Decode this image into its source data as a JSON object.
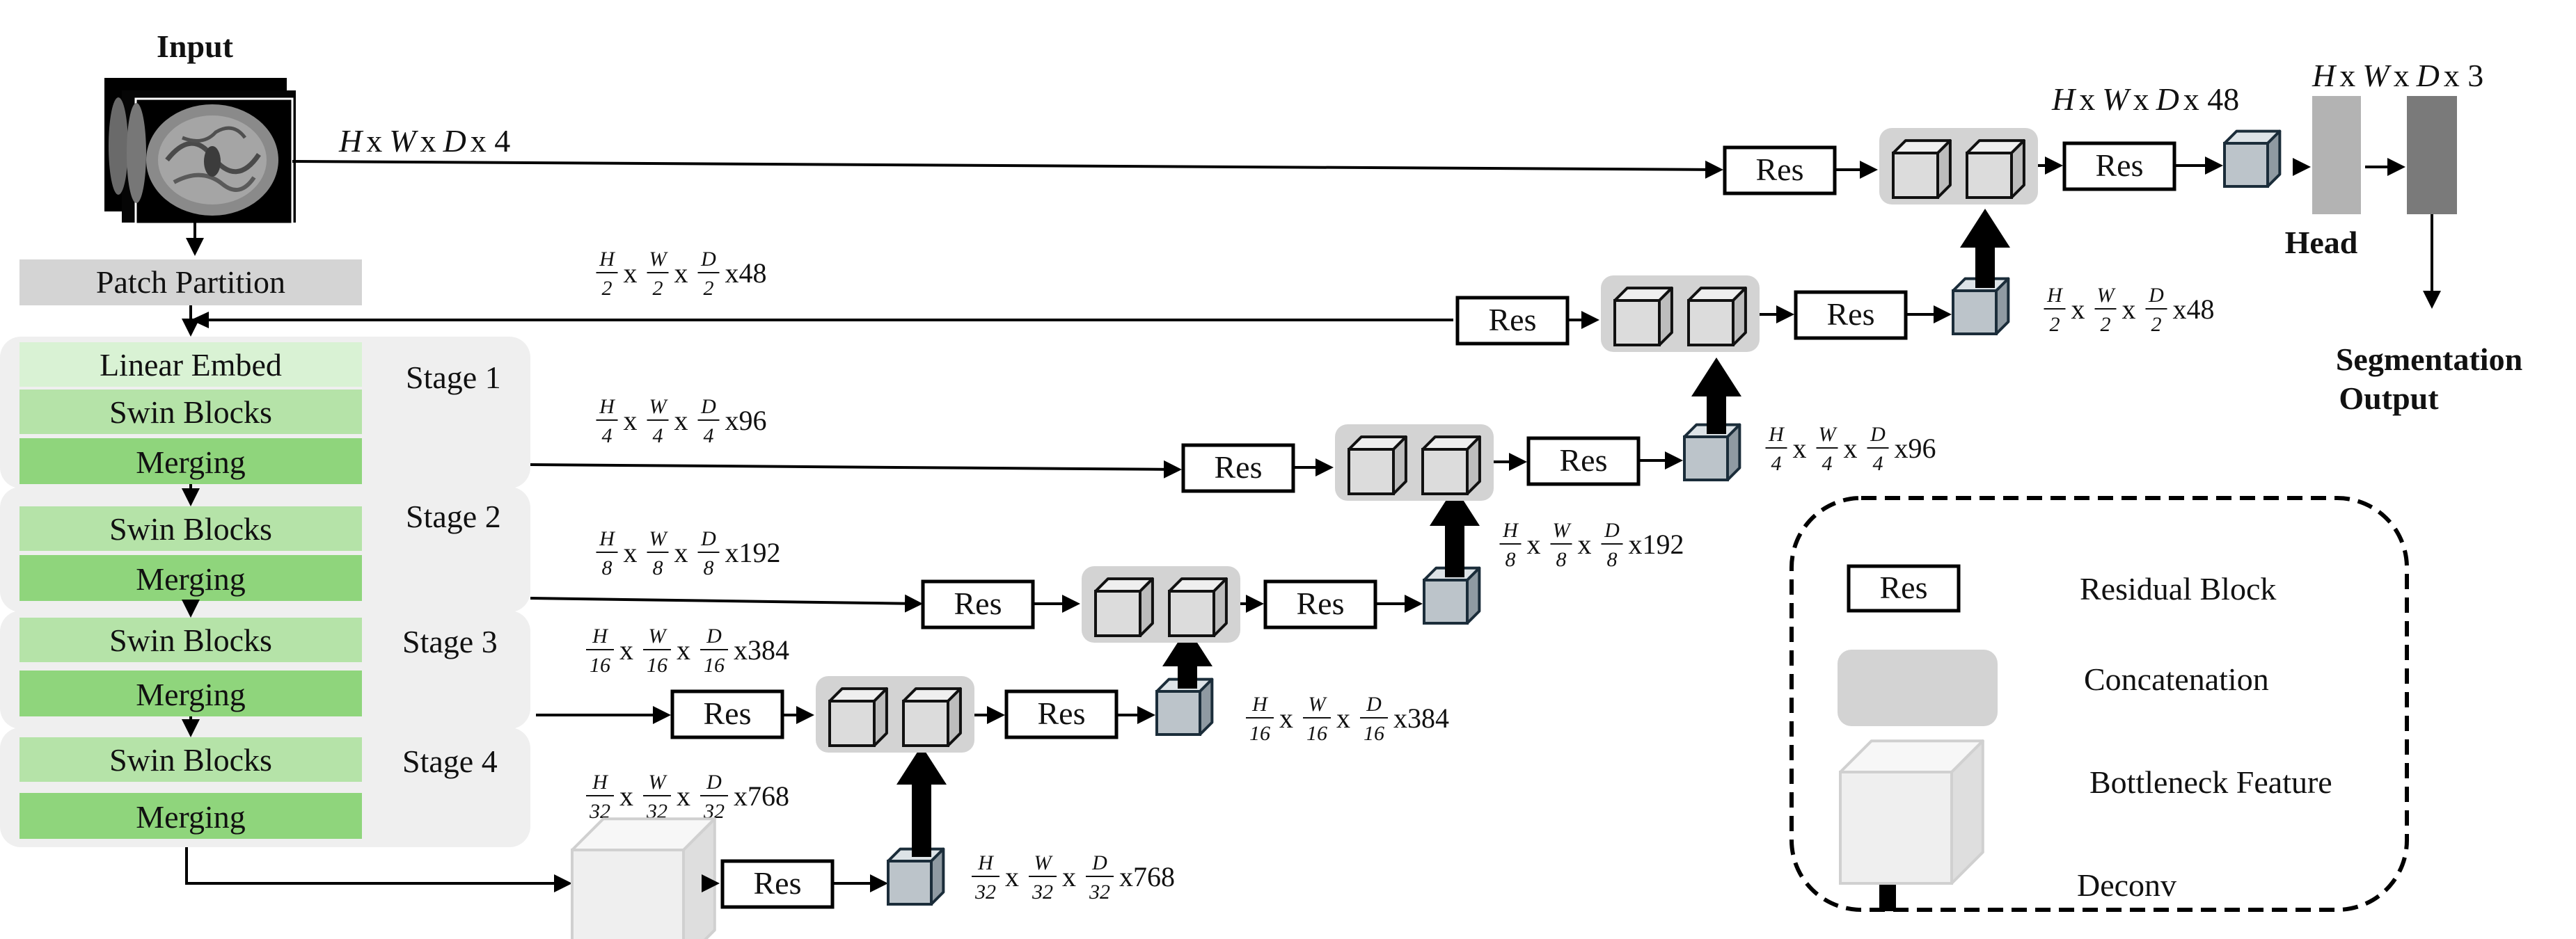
{
  "input_label": "Input",
  "input_dims": {
    "H": "H",
    "W": "W",
    "D": "D",
    "x": "x",
    "tail": "x 4"
  },
  "patch_partition": "Patch Partition",
  "encoder": {
    "linear_embed": "Linear Embed",
    "swin_blocks": "Swin Blocks",
    "merging": "Merging",
    "stages": [
      "Stage 1",
      "Stage 2",
      "Stage 3",
      "Stage 4"
    ]
  },
  "res_label": "Res",
  "skip_dims": [
    {
      "den": "2",
      "ch": "x48"
    },
    {
      "den": "4",
      "ch": "x96"
    },
    {
      "den": "8",
      "ch": "x192"
    },
    {
      "den": "16",
      "ch": "x384"
    },
    {
      "den": "32",
      "ch": "x768"
    }
  ],
  "decoder_dims": [
    {
      "den": "2",
      "ch": "x48"
    },
    {
      "den": "4",
      "ch": "x96"
    },
    {
      "den": "8",
      "ch": "x192"
    },
    {
      "den": "16",
      "ch": "x384"
    },
    {
      "den": "32",
      "ch": "x768"
    }
  ],
  "top_dims": {
    "H": "H",
    "W": "W",
    "D": "D",
    "x": "x",
    "tail": "x 48"
  },
  "head_dims": {
    "H": "H",
    "W": "W",
    "D": "D",
    "x": "x",
    "tail": "x 3"
  },
  "head_label": "Head",
  "output_label": [
    "Segmentation",
    "Output"
  ],
  "legend": {
    "residual": "Residual Block",
    "concat": "Concatenation",
    "bottleneck": "Bottleneck Feature",
    "deconv": "Deconv"
  },
  "frac_symbols": {
    "H": "H",
    "W": "W",
    "D": "D",
    "x": "x"
  },
  "colors": {
    "embed": "#d9f2d4",
    "swin": "#b5e3a8",
    "merge": "#8fd57c",
    "panel": "#efefef",
    "patch": "#d4d4d4",
    "cube_front": "#bcc4ca",
    "cube_top": "#dde3e7",
    "cube_side": "#8f9aa2",
    "cube_stroke": "#1b2d3a",
    "concat": "#d3d3d3",
    "head1": "#b3b3b3",
    "head2": "#7a7a7a"
  }
}
